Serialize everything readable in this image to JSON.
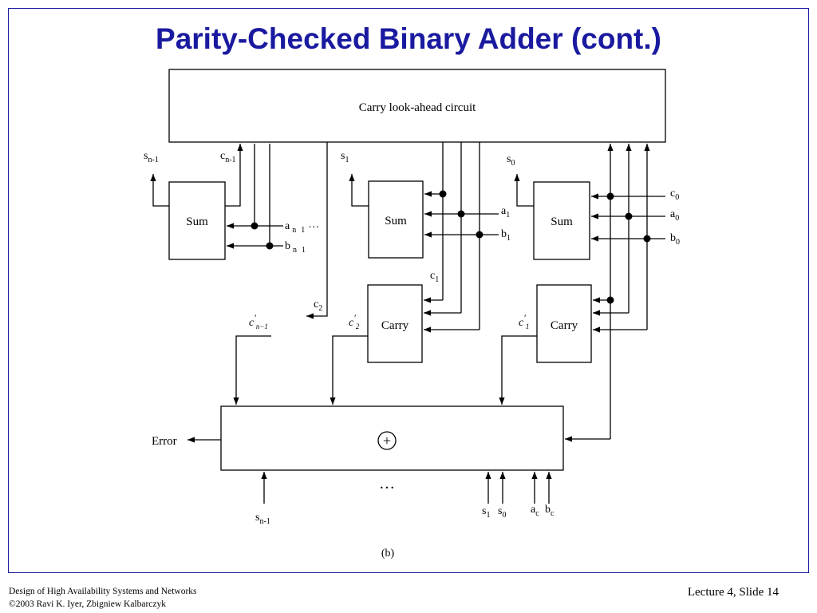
{
  "slide": {
    "title": "Parity-Checked Binary Adder (cont.)",
    "caption": "(b)",
    "footer_course": "Design of High Availability Systems and Networks",
    "footer_copyright": "©2003 Ravi K. Iyer, Zbigniew Kalbarczyk",
    "footer_lecture": "Lecture 4, Slide 14"
  },
  "diagram": {
    "cla_label": "Carry look-ahead circuit",
    "sum_label": "Sum",
    "carry_label": "Carry",
    "xor_symbol": "+",
    "error_label": "Error",
    "ellipsis": "…",
    "labels": {
      "s": "s",
      "c": "c",
      "a": "a",
      "b": "b",
      "n1": "n-1",
      "n": "n",
      "one": "1",
      "zero": "0",
      "two": "2",
      "n_minus_1": "n−1",
      "sub_c": "c",
      "prime": "′"
    }
  }
}
